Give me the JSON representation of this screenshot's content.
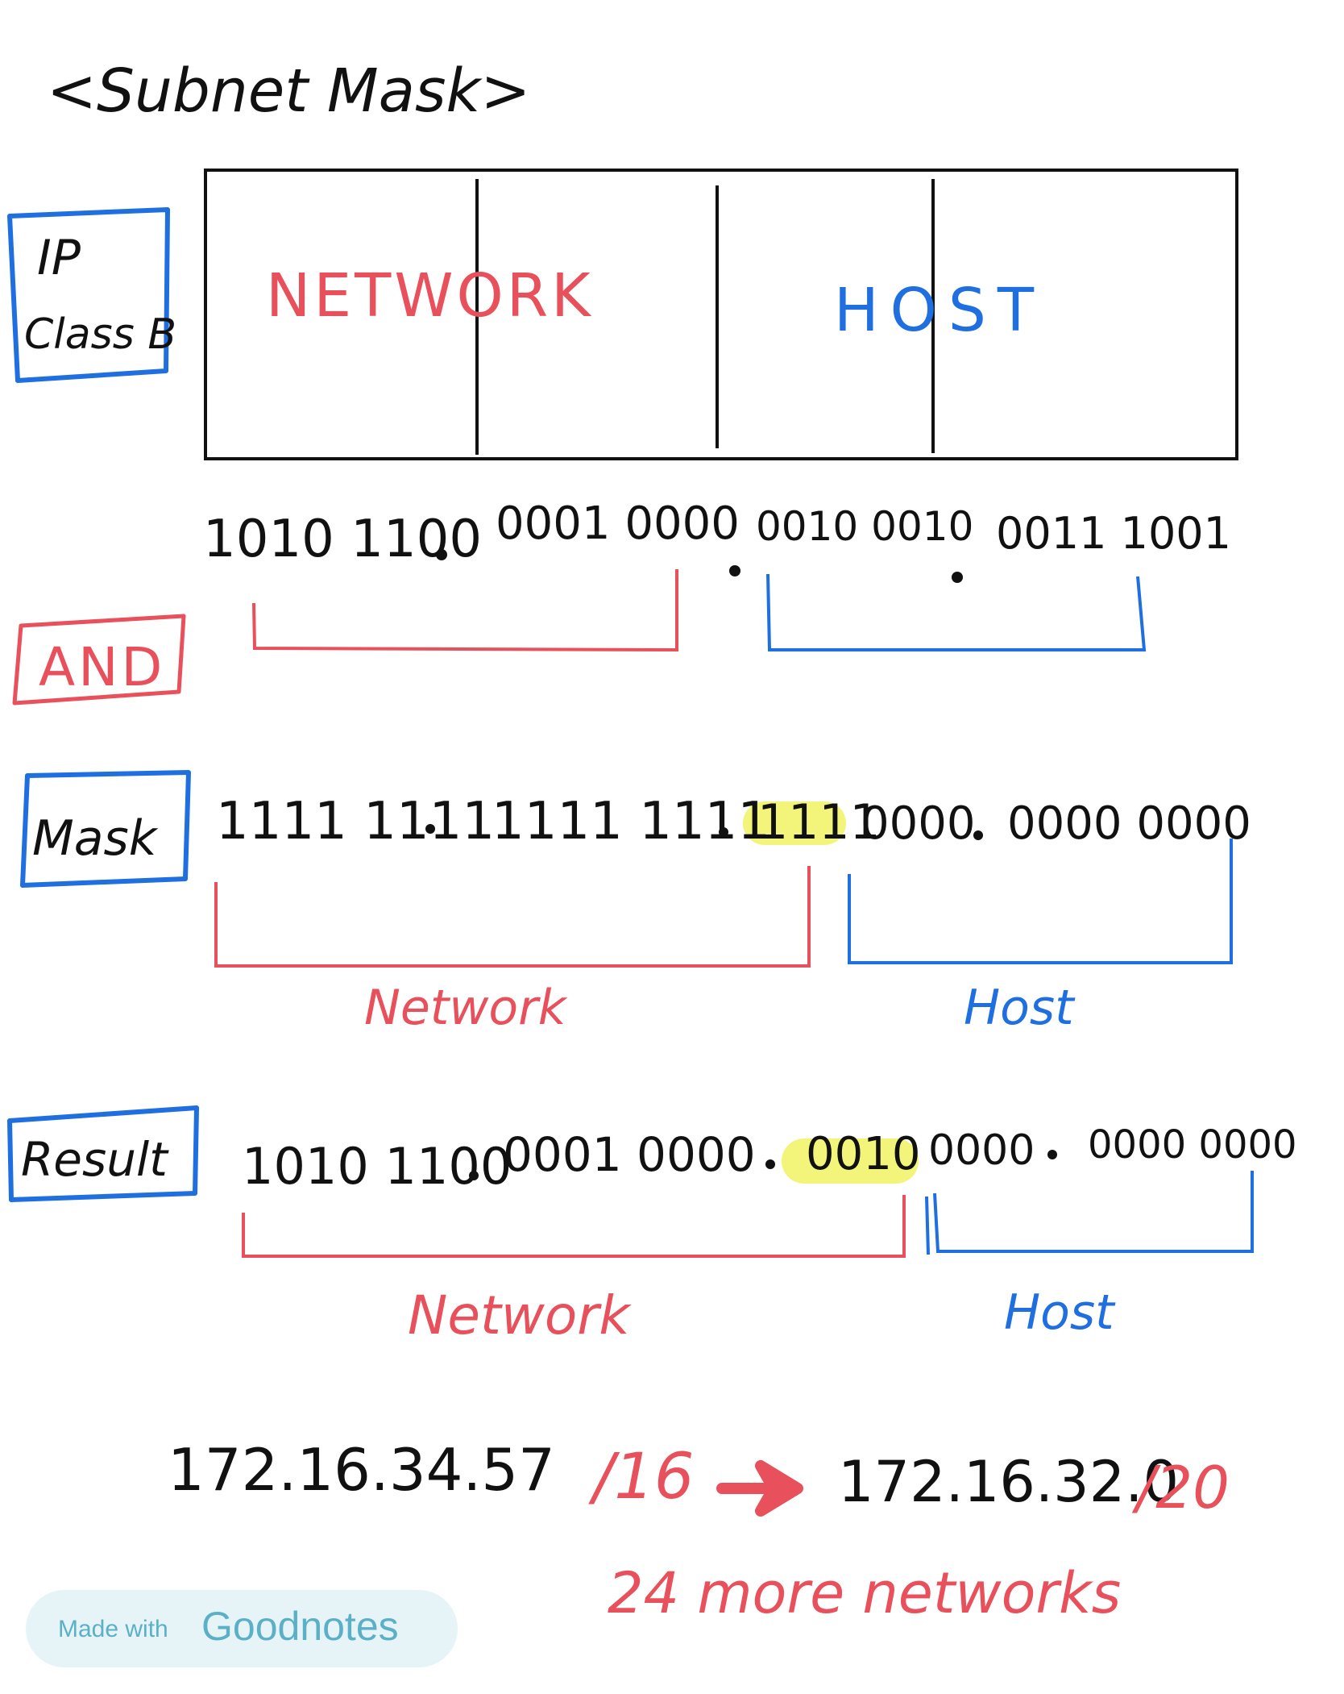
{
  "title": "<Subnet Mask>",
  "colors": {
    "ink": "#111111",
    "network": "#e8505b",
    "host": "#1f6fe0",
    "highlight": "#f3f57a",
    "badge_bg": "#e6f4f7",
    "badge_text": "#5bb0c8"
  },
  "ip_label": {
    "line1": "IP",
    "line2": "Class B"
  },
  "diagram": {
    "network_label": "NETWORK",
    "host_label": "HOST"
  },
  "ip_binary": {
    "o1": "1010 1100",
    "o2": "0001 0000",
    "o3": "0010 0010",
    "o4": "0011 1001"
  },
  "and_label": "AND",
  "mask": {
    "label": "Mask",
    "o1": "1111 1111",
    "o2": "1111 1111",
    "o3_hi": "1111",
    "o3_lo": "0000",
    "o4": "0000 0000",
    "network_label": "Network",
    "host_label": "Host"
  },
  "result": {
    "label": "Result",
    "o1": "1010 1100",
    "o2": "0001 0000",
    "o3_hi": "0010",
    "o3_lo": "0000",
    "o4": "0000 0000",
    "network_label": "Network",
    "host_label": "Host"
  },
  "summary": {
    "ip": "172.16.34.57",
    "ip_prefix": "/16",
    "arrow": "arrow-right-icon",
    "subnet": "172.16.32.0",
    "subnet_prefix": "/20",
    "note": "24 more networks"
  },
  "badge": {
    "made_with": "Made with",
    "brand": "Goodnotes"
  }
}
